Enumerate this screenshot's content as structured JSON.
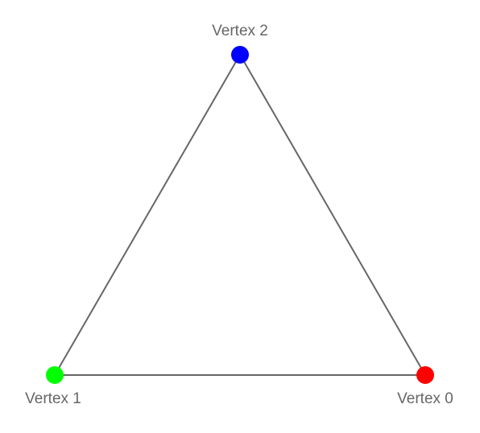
{
  "vertices": [
    {
      "id": 0,
      "label": "Vertex 0",
      "color": "#ff0000"
    },
    {
      "id": 1,
      "label": "Vertex 1",
      "color": "#00ff00"
    },
    {
      "id": 2,
      "label": "Vertex 2",
      "color": "#0000ff"
    }
  ],
  "edges": [
    {
      "from": 0,
      "to": 1
    },
    {
      "from": 1,
      "to": 2
    },
    {
      "from": 2,
      "to": 0
    }
  ],
  "colors": {
    "edge": "#666666",
    "label": "#666666",
    "background": "#ffffff"
  }
}
